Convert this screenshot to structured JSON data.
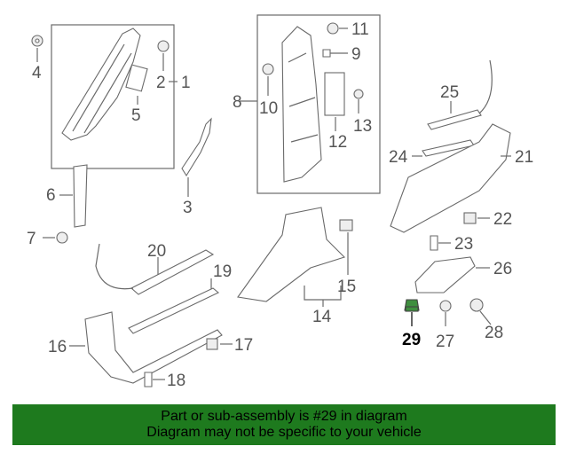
{
  "diagram": {
    "callouts": [
      {
        "id": "c1",
        "text": "1"
      },
      {
        "id": "c2",
        "text": "2"
      },
      {
        "id": "c3",
        "text": "3"
      },
      {
        "id": "c4",
        "text": "4"
      },
      {
        "id": "c5",
        "text": "5"
      },
      {
        "id": "c6",
        "text": "6"
      },
      {
        "id": "c7",
        "text": "7"
      },
      {
        "id": "c8",
        "text": "8"
      },
      {
        "id": "c9",
        "text": "9"
      },
      {
        "id": "c10",
        "text": "10"
      },
      {
        "id": "c11",
        "text": "11"
      },
      {
        "id": "c12",
        "text": "12"
      },
      {
        "id": "c13",
        "text": "13"
      },
      {
        "id": "c14",
        "text": "14"
      },
      {
        "id": "c15",
        "text": "15"
      },
      {
        "id": "c16",
        "text": "16"
      },
      {
        "id": "c17",
        "text": "17"
      },
      {
        "id": "c18",
        "text": "18"
      },
      {
        "id": "c19",
        "text": "19"
      },
      {
        "id": "c20",
        "text": "20"
      },
      {
        "id": "c21",
        "text": "21"
      },
      {
        "id": "c22",
        "text": "22"
      },
      {
        "id": "c23",
        "text": "23"
      },
      {
        "id": "c24",
        "text": "24"
      },
      {
        "id": "c25",
        "text": "25"
      },
      {
        "id": "c26",
        "text": "26"
      },
      {
        "id": "c27",
        "text": "27"
      },
      {
        "id": "c28",
        "text": "28"
      },
      {
        "id": "c29",
        "text": "29"
      }
    ],
    "highlighted_part": "29",
    "highlight_color": "#3f8f3f"
  },
  "banner": {
    "line1": "Part or sub-assembly is #29 in diagram",
    "line2": "Diagram may not be specific to your vehicle",
    "background": "#1e7a1e"
  }
}
